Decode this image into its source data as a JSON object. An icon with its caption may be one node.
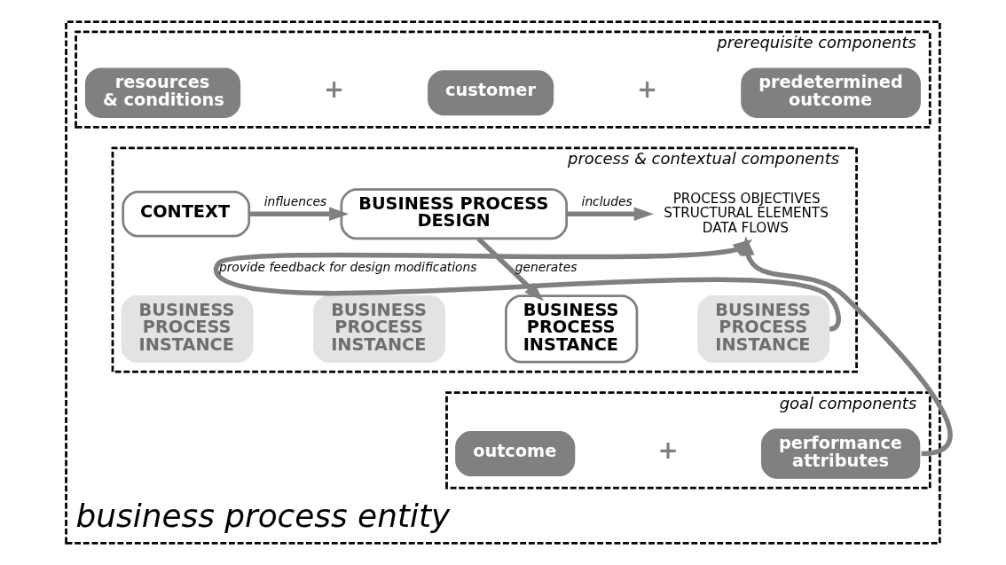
{
  "diagram": {
    "nodes": [
      {
        "text": [
          "business process entity"
        ]
      },
      {
        "text": [
          "prerequisite components"
        ],
        "in": 0
      },
      {
        "text": [
          "process & contextual components"
        ],
        "in": 0
      },
      {
        "text": [
          "goal components"
        ],
        "in": 0
      },
      {
        "text": [
          "resources & conditions"
        ],
        "in": 1
      },
      {
        "text": [
          "customer"
        ],
        "in": 1
      },
      {
        "text": [
          "predetermined outcome"
        ],
        "in": 1
      },
      {
        "text": [
          "CONTEXT"
        ],
        "in": 2
      },
      {
        "text": [
          "BUSINESS PROCESS DESIGN"
        ],
        "in": 2
      },
      {
        "text": [
          "PROCESS OBJECTIVES",
          "STRUCTURAL ELEMENTS",
          "DATA FLOWS"
        ],
        "in": 2
      },
      {
        "text": [
          "BUSINESS PROCESS INSTANCE"
        ],
        "in": 2
      },
      {
        "text": [
          "BUSINESS PROCESS INSTANCE"
        ],
        "in": 2
      },
      {
        "text": [
          "BUSINESS PROCESS INSTANCE"
        ],
        "in": 2
      },
      {
        "text": [
          "BUSINESS PROCESS INSTANCE"
        ],
        "in": 2
      },
      {
        "text": [
          "outcome"
        ],
        "in": 3
      },
      {
        "text": [
          "performance attributes"
        ],
        "in": 3
      }
    ],
    "edges": [
      {
        "from": 7,
        "to": 8,
        "arrow": "to",
        "label": "influences"
      },
      {
        "from": 8,
        "to": 9,
        "arrow": "to",
        "label": "includes"
      },
      {
        "from": 8,
        "to": 12,
        "arrow": "to",
        "label": "generates"
      },
      {
        "from": 13,
        "to": 9,
        "arrow": "to",
        "label": "provide feedback for design modifications"
      },
      {
        "from": 15,
        "to": 9,
        "arrow": "to"
      }
    ],
    "labels": [
      "+",
      "+",
      "+"
    ]
  }
}
